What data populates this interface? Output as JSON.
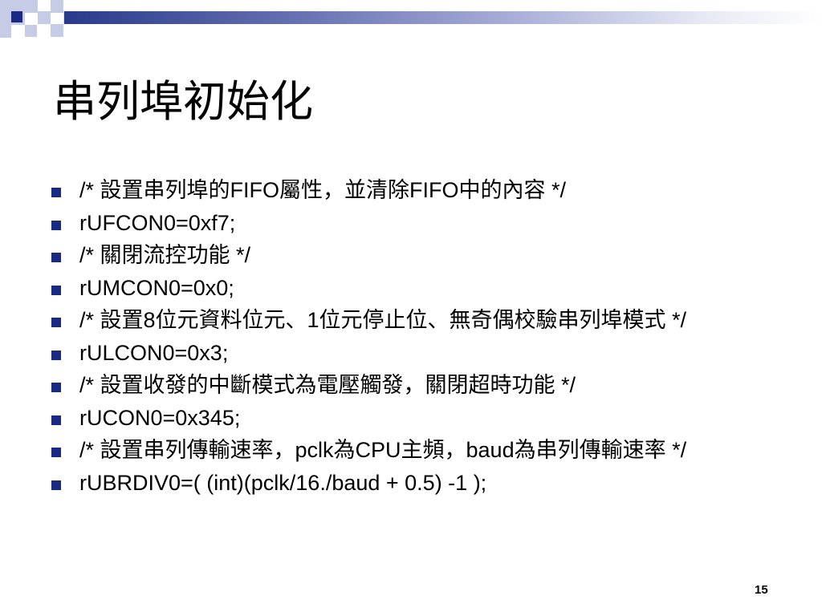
{
  "slide": {
    "title": "串列埠初始化",
    "bullets": [
      "/* 設置串列埠的FIFO屬性，並清除FIFO中的內容 */",
      "rUFCON0=0xf7;",
      "/* 關閉流控功能 */",
      "rUMCON0=0x0;",
      "/* 設置8位元資料位元、1位元停止位、無奇偶校驗串列埠模式 */",
      "rULCON0=0x3;",
      "/* 設置收發的中斷模式為電壓觸發，關閉超時功能 */",
      "rUCON0=0x345;",
      "/* 設置串列傳輸速率，pclk為CPU主頻，baud為串列傳輸速率 */",
      "rUBRDIV0=( (int)(pclk/16./baud + 0.5) -1 );"
    ],
    "page_number": "15"
  },
  "colors": {
    "accent": "#1a2a82",
    "decor_light": "#c6cbe6"
  }
}
